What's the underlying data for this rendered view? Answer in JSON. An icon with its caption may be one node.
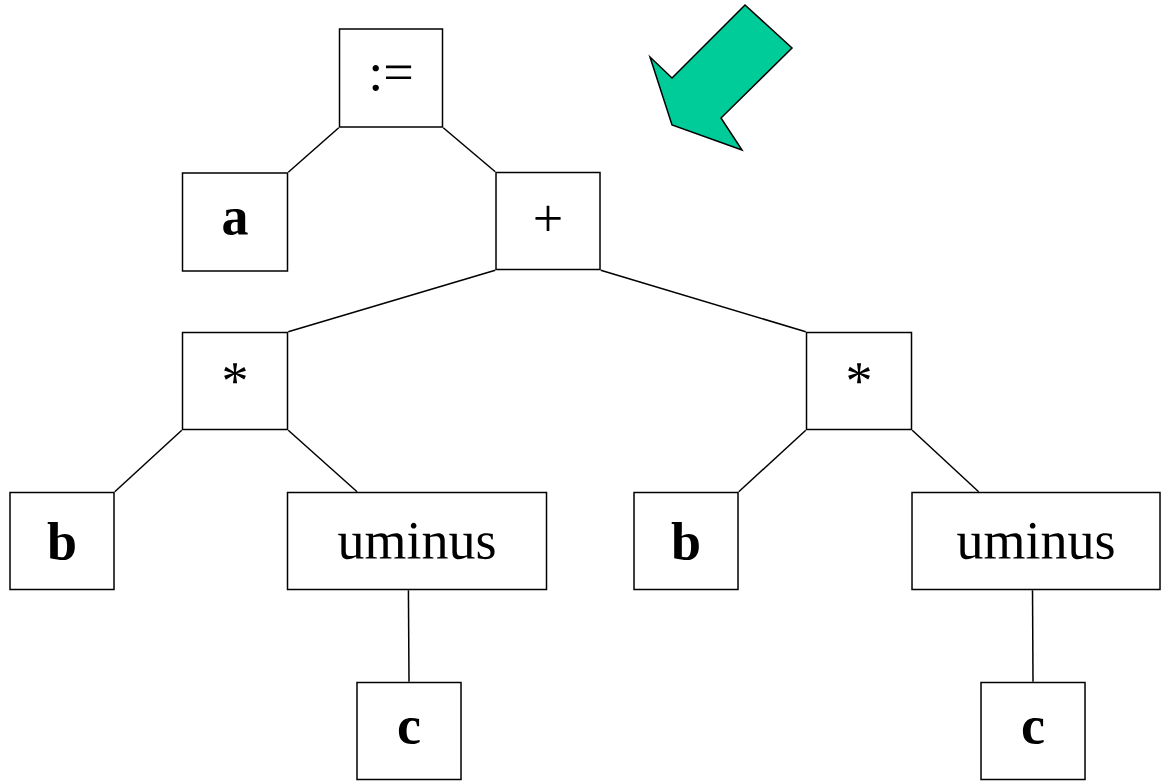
{
  "diagram": {
    "nodes": [
      {
        "text": [
          ":="
        ]
      },
      {
        "text": [
          "a"
        ]
      },
      {
        "text": [
          "+"
        ]
      },
      {
        "text": [
          "*"
        ]
      },
      {
        "text": [
          "*"
        ]
      },
      {
        "text": [
          "b"
        ]
      },
      {
        "text": [
          "uminus"
        ]
      },
      {
        "text": [
          "b"
        ]
      },
      {
        "text": [
          "uminus"
        ]
      },
      {
        "text": [
          "c"
        ]
      },
      {
        "text": [
          "c"
        ]
      }
    ],
    "edges": [
      {
        "from": 0,
        "to": 1,
        "arrow": "none"
      },
      {
        "from": 0,
        "to": 2,
        "arrow": "none"
      },
      {
        "from": 2,
        "to": 3,
        "arrow": "none"
      },
      {
        "from": 2,
        "to": 4,
        "arrow": "none"
      },
      {
        "from": 3,
        "to": 5,
        "arrow": "none"
      },
      {
        "from": 3,
        "to": 6,
        "arrow": "none"
      },
      {
        "from": 4,
        "to": 7,
        "arrow": "none"
      },
      {
        "from": 4,
        "to": 8,
        "arrow": "none"
      },
      {
        "from": 6,
        "to": 9,
        "arrow": "none"
      },
      {
        "from": 8,
        "to": 10,
        "arrow": "none"
      }
    ]
  }
}
